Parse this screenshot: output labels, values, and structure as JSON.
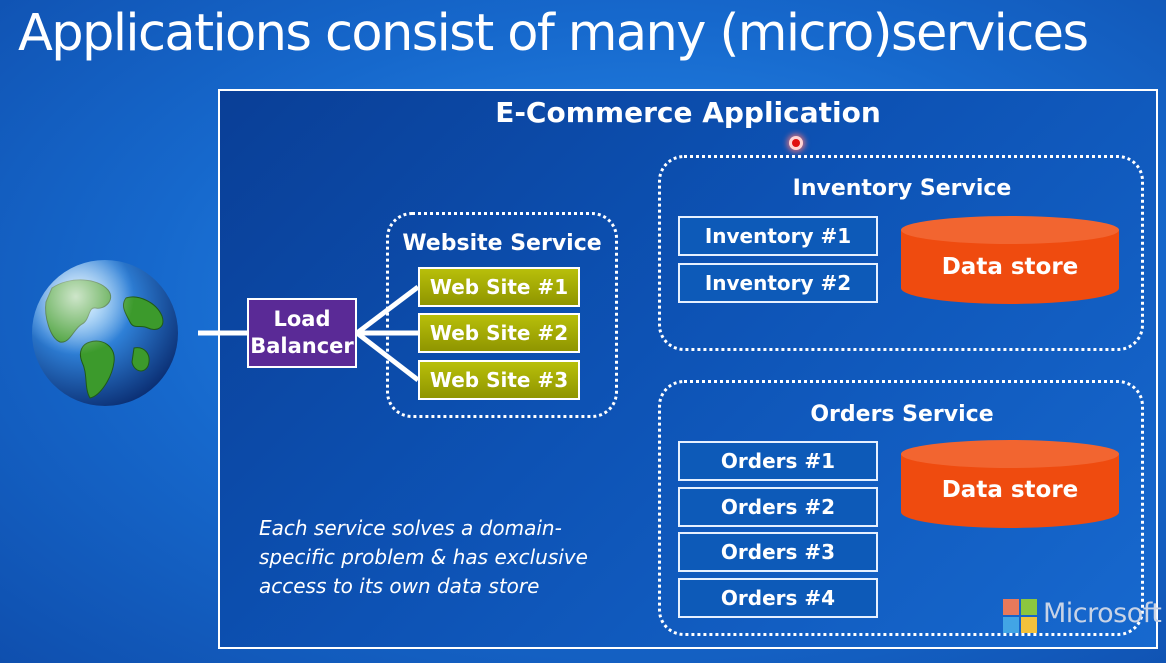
{
  "title": "Applications consist of many (micro)services",
  "app_title": "E-Commerce Application",
  "load_balancer": {
    "line1": "Load",
    "line2": "Balancer"
  },
  "website_service": {
    "title": "Website Service",
    "items": [
      "Web Site #1",
      "Web Site #2",
      "Web Site #3"
    ]
  },
  "inventory_service": {
    "title": "Inventory Service",
    "items": [
      "Inventory #1",
      "Inventory #2"
    ],
    "data_store": "Data store"
  },
  "orders_service": {
    "title": "Orders Service",
    "items": [
      "Orders #1",
      "Orders #2",
      "Orders #3",
      "Orders #4"
    ],
    "data_store": "Data store"
  },
  "note": "Each service solves a domain-specific problem & has exclusive access to its own data store",
  "logo_text": "Microsoft",
  "colors": {
    "background": "#1668cc",
    "app_box": "#0d52b4",
    "load_balancer": "#5a2a96",
    "website_node": "#b8bf0a",
    "service_node": "#0d5ab8",
    "data_store": "#f04a10"
  }
}
